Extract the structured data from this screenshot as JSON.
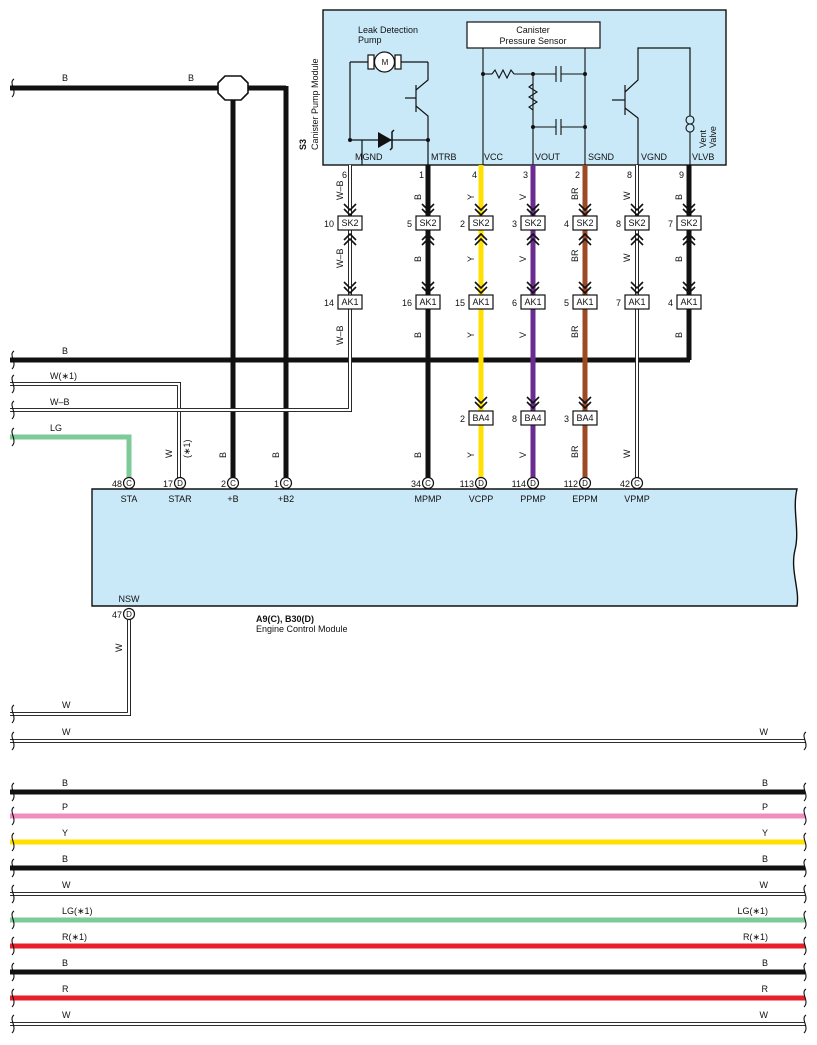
{
  "module_s3": {
    "code": "S3",
    "name": "Canister Pump Module",
    "pump_label_1": "Leak Detection",
    "pump_label_2": "Pump",
    "motor_symbol": "M",
    "sensor_label_1": "Canister",
    "sensor_label_2": "Pressure Sensor",
    "vent_label_1": "Vent",
    "vent_label_2": "Valve",
    "pins": [
      {
        "name": "MGND",
        "num": "6"
      },
      {
        "name": "MTRB",
        "num": "1"
      },
      {
        "name": "VCC",
        "num": "4"
      },
      {
        "name": "VOUT",
        "num": "3"
      },
      {
        "name": "SGND",
        "num": "2"
      },
      {
        "name": "VGND",
        "num": "8"
      },
      {
        "name": "VLVB",
        "num": "9"
      }
    ]
  },
  "wire_colors": {
    "W_B": "W–B",
    "B": "B",
    "Y": "Y",
    "V": "V",
    "BR": "BR",
    "W": "W"
  },
  "sk2": {
    "name": "SK2",
    "pins": [
      "10",
      "5",
      "2",
      "3",
      "4",
      "8",
      "7"
    ]
  },
  "ak1": {
    "name": "AK1",
    "pins": [
      "14",
      "16",
      "15",
      "6",
      "5",
      "7",
      "4"
    ]
  },
  "ba4": {
    "name": "BA4",
    "pins": [
      "2",
      "8",
      "3"
    ]
  },
  "top_wire": {
    "left_label": "B",
    "mid_label": "B"
  },
  "bus_b_label": "B",
  "w1_label": "W(∗1)",
  "wb_label": "W–B",
  "lg_label": "LG",
  "ecm": {
    "code": "A9(C), B30(D)",
    "name": "Engine Control Module",
    "top_pins": [
      {
        "num": "48",
        "conn": "C",
        "name": "STA",
        "wire": "LG"
      },
      {
        "num": "17",
        "conn": "D",
        "name": "STAR",
        "wire": "W",
        "note": "(∗1)"
      },
      {
        "num": "2",
        "conn": "C",
        "name": "+B",
        "wire": "B"
      },
      {
        "num": "1",
        "conn": "C",
        "name": "+B2",
        "wire": "B"
      },
      {
        "num": "34",
        "conn": "C",
        "name": "MPMP",
        "wire": "B"
      },
      {
        "num": "113",
        "conn": "D",
        "name": "VCPP",
        "wire": "Y"
      },
      {
        "num": "114",
        "conn": "D",
        "name": "PPMP",
        "wire": "V"
      },
      {
        "num": "112",
        "conn": "D",
        "name": "EPPM",
        "wire": "BR"
      },
      {
        "num": "42",
        "conn": "C",
        "name": "VPMP",
        "wire": "W"
      }
    ],
    "bottom_pin": {
      "num": "47",
      "conn": "D",
      "name": "NSW",
      "wire": "W"
    }
  },
  "bottom_lines": [
    {
      "left": "W",
      "right": ""
    },
    {
      "left": "W",
      "right": "W"
    },
    {
      "left": "B",
      "right": "B",
      "color": "#111111"
    },
    {
      "left": "P",
      "right": "P",
      "color": "#f08cbe"
    },
    {
      "left": "Y",
      "right": "Y",
      "color": "#ffe000"
    },
    {
      "left": "B",
      "right": "B",
      "color": "#111111"
    },
    {
      "left": "W",
      "right": "W"
    },
    {
      "left": "LG(∗1)",
      "right": "LG(∗1)",
      "color": "#7ecb9a"
    },
    {
      "left": "R(∗1)",
      "right": "R(∗1)",
      "color": "#e8202a"
    },
    {
      "left": "B",
      "right": "B",
      "color": "#111111"
    },
    {
      "left": "R",
      "right": "R",
      "color": "#e8202a"
    },
    {
      "left": "W",
      "right": "W"
    }
  ],
  "colors": {
    "module_fill": "#c9e9f8",
    "black": "#111111",
    "yellow": "#ffe000",
    "violet": "#6a2c91",
    "brown": "#9c4a25",
    "green": "#7ecb9a",
    "pink": "#f08cbe",
    "red": "#e8202a",
    "white": "#ffffff"
  }
}
